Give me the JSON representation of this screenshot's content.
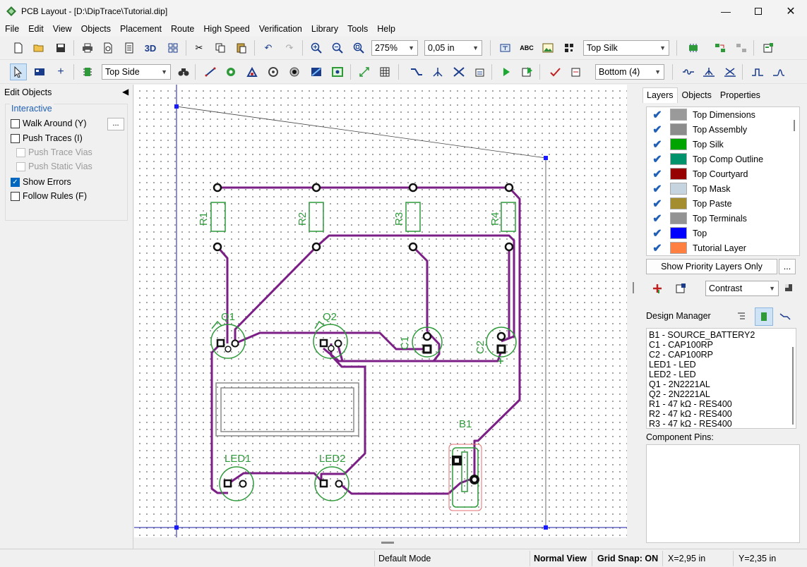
{
  "window": {
    "title": "PCB Layout - [D:\\DipTrace\\Tutorial.dip]"
  },
  "menu": [
    "File",
    "Edit",
    "View",
    "Objects",
    "Placement",
    "Route",
    "High Speed",
    "Verification",
    "Library",
    "Tools",
    "Help"
  ],
  "toolbar": {
    "view3d_label": "3D",
    "zoom_value": "275%",
    "grid_value": "0,05 in",
    "text_layer_value": "Top Silk",
    "side_value": "Top Side",
    "route_layer_value": "Bottom (4)",
    "abc_label": "ABC"
  },
  "left_panel": {
    "title": "Edit Objects",
    "group_title": "Interactive",
    "options": [
      {
        "label": "Walk Around (Y)",
        "checked": false,
        "enabled": true
      },
      {
        "label": "Push Traces (I)",
        "checked": false,
        "enabled": true
      },
      {
        "label": "Push Trace Vias",
        "checked": false,
        "enabled": false
      },
      {
        "label": "Push Static Vias",
        "checked": false,
        "enabled": false
      },
      {
        "label": "Show Errors",
        "checked": true,
        "enabled": true
      },
      {
        "label": "Follow Rules (F)",
        "checked": false,
        "enabled": true
      }
    ],
    "more_label": "..."
  },
  "canvas": {
    "refdes": [
      "R1",
      "R2",
      "R3",
      "R4",
      "Q1",
      "Q2",
      "C1",
      "C2",
      "LED1",
      "LED2",
      "B1"
    ],
    "colors": {
      "trace": "#7b1f86",
      "silk": "#2e9a3a",
      "outline": "#2a2a2a",
      "board": "#1a1aa8"
    }
  },
  "right_panel": {
    "tabs": [
      "Layers",
      "Objects",
      "Properties"
    ],
    "layers": [
      {
        "name": "Top Dimensions",
        "color": "#9a9a9a"
      },
      {
        "name": "Top Assembly",
        "color": "#8c8c8c"
      },
      {
        "name": "Top Silk",
        "color": "#00a400"
      },
      {
        "name": "Top Comp Outline",
        "color": "#00936b"
      },
      {
        "name": "Top Courtyard",
        "color": "#960000"
      },
      {
        "name": "Top Mask",
        "color": "#c5d4df"
      },
      {
        "name": "Top Paste",
        "color": "#a38d2e"
      },
      {
        "name": "Top Terminals",
        "color": "#939393"
      },
      {
        "name": "Top",
        "color": "#0000ff"
      },
      {
        "name": "Tutorial Layer",
        "color": "#ff8040"
      }
    ],
    "priority_button": "Show Priority Layers Only",
    "more_label": "...",
    "contrast_value": "Contrast",
    "design_manager_title": "Design Manager",
    "design_items": [
      "B1 - SOURCE_BATTERY2",
      "C1 - CAP100RP",
      "C2 - CAP100RP",
      "LED1 - LED",
      "LED2 - LED",
      "Q1 - 2N2221AL",
      "Q2 - 2N2221AL",
      "R1 - 47 kΩ - RES400",
      "R2 - 47 kΩ - RES400",
      "R3 - 47 kΩ - RES400"
    ],
    "component_pins_title": "Component Pins:"
  },
  "status": {
    "mode": "Default Mode",
    "view": "Normal View",
    "grid_snap": "Grid Snap: ON",
    "x": "X=2,95 in",
    "y": "Y=2,35 in"
  }
}
